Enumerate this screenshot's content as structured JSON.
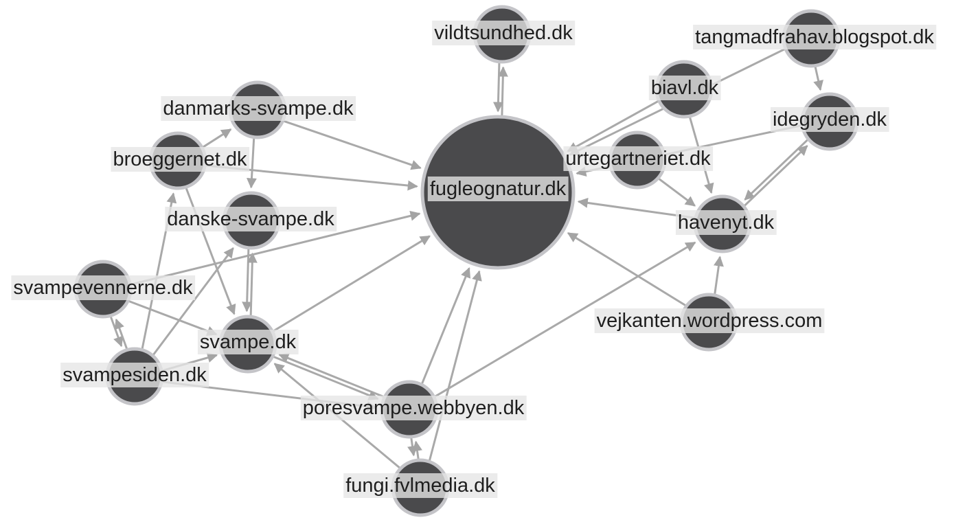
{
  "graph": {
    "nodes": [
      {
        "id": "fugleognatur",
        "label": "fugleognatur.dk",
        "size": "large"
      },
      {
        "id": "vildtsundhed",
        "label": "vildtsundhed.dk",
        "size": "small"
      },
      {
        "id": "tangmadfrahav",
        "label": "tangmadfrahav.blogspot.dk",
        "size": "small"
      },
      {
        "id": "biavl",
        "label": "biavl.dk",
        "size": "small"
      },
      {
        "id": "idegryden",
        "label": "idegryden.dk",
        "size": "small"
      },
      {
        "id": "urtegartneriet",
        "label": "urtegartneriet.dk",
        "size": "small"
      },
      {
        "id": "havenyt",
        "label": "havenyt.dk",
        "size": "small"
      },
      {
        "id": "vejkanten",
        "label": "vejkanten.wordpress.com",
        "size": "small"
      },
      {
        "id": "danmarks-svampe",
        "label": "danmarks-svampe.dk",
        "size": "small"
      },
      {
        "id": "broeggernet",
        "label": "broeggernet.dk",
        "size": "small"
      },
      {
        "id": "danske-svampe",
        "label": "danske-svampe.dk",
        "size": "small"
      },
      {
        "id": "svampevennerne",
        "label": "svampevennerne.dk",
        "size": "small"
      },
      {
        "id": "svampe",
        "label": "svampe.dk",
        "size": "small"
      },
      {
        "id": "svampesiden",
        "label": "svampesiden.dk",
        "size": "small"
      },
      {
        "id": "poresvampe",
        "label": "poresvampe.webbyen.dk",
        "size": "small"
      },
      {
        "id": "fungi",
        "label": "fungi.fvlmedia.dk",
        "size": "small"
      }
    ],
    "edges": [
      {
        "from": "fugleognatur",
        "to": "vildtsundhed"
      },
      {
        "from": "vildtsundhed",
        "to": "fugleognatur"
      },
      {
        "from": "tangmadfrahav",
        "to": "fugleognatur"
      },
      {
        "from": "tangmadfrahav",
        "to": "idegryden"
      },
      {
        "from": "biavl",
        "to": "fugleognatur"
      },
      {
        "from": "biavl",
        "to": "havenyt"
      },
      {
        "from": "idegryden",
        "to": "fugleognatur"
      },
      {
        "from": "idegryden",
        "to": "havenyt"
      },
      {
        "from": "havenyt",
        "to": "idegryden"
      },
      {
        "from": "urtegartneriet",
        "to": "havenyt"
      },
      {
        "from": "havenyt",
        "to": "fugleognatur"
      },
      {
        "from": "vejkanten",
        "to": "fugleognatur"
      },
      {
        "from": "vejkanten",
        "to": "havenyt"
      },
      {
        "from": "danmarks-svampe",
        "to": "fugleognatur"
      },
      {
        "from": "danmarks-svampe",
        "to": "danske-svampe"
      },
      {
        "from": "broeggernet",
        "to": "danmarks-svampe"
      },
      {
        "from": "broeggernet",
        "to": "fugleognatur"
      },
      {
        "from": "broeggernet",
        "to": "svampe"
      },
      {
        "from": "danske-svampe",
        "to": "svampe"
      },
      {
        "from": "svampe",
        "to": "danske-svampe"
      },
      {
        "from": "svampevennerne",
        "to": "fugleognatur"
      },
      {
        "from": "svampevennerne",
        "to": "svampesiden"
      },
      {
        "from": "svampesiden",
        "to": "svampevennerne"
      },
      {
        "from": "svampevennerne",
        "to": "svampe"
      },
      {
        "from": "svampesiden",
        "to": "broeggernet"
      },
      {
        "from": "svampesiden",
        "to": "danske-svampe"
      },
      {
        "from": "svampesiden",
        "to": "svampe"
      },
      {
        "from": "svampesiden",
        "to": "poresvampe"
      },
      {
        "from": "svampe",
        "to": "fugleognatur"
      },
      {
        "from": "poresvampe",
        "to": "svampe"
      },
      {
        "from": "svampe",
        "to": "poresvampe"
      },
      {
        "from": "poresvampe",
        "to": "fugleognatur"
      },
      {
        "from": "poresvampe",
        "to": "havenyt"
      },
      {
        "from": "fungi",
        "to": "fugleognatur"
      },
      {
        "from": "fungi",
        "to": "svampe"
      },
      {
        "from": "fungi",
        "to": "poresvampe"
      },
      {
        "from": "poresvampe",
        "to": "fungi"
      }
    ]
  }
}
